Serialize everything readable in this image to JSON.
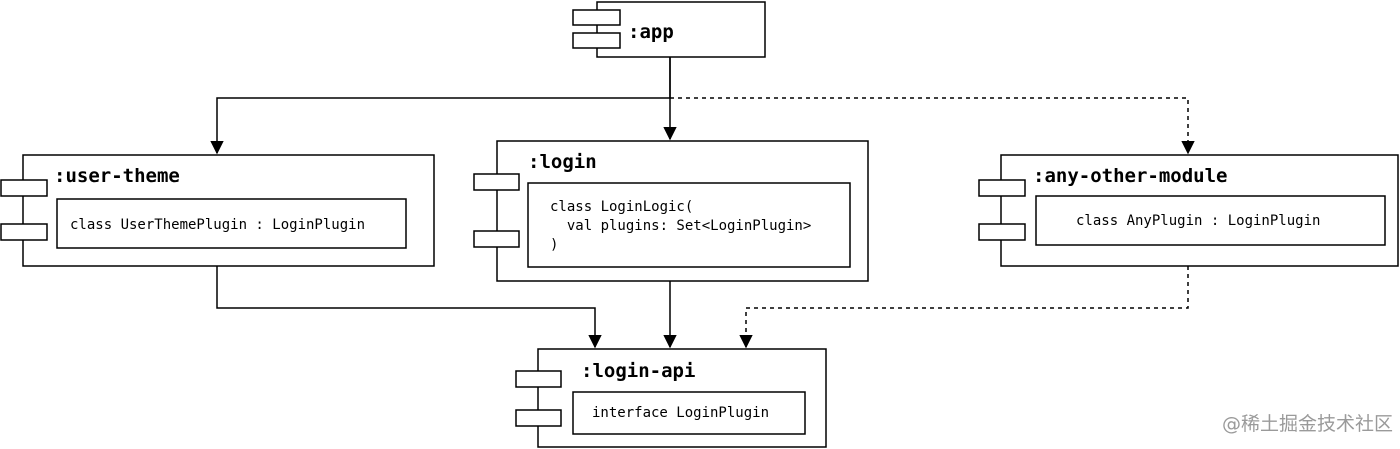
{
  "components": {
    "app": {
      "title": ":app"
    },
    "user_theme": {
      "title": ":user-theme",
      "code": [
        "class UserThemePlugin : LoginPlugin"
      ]
    },
    "login": {
      "title": ":login",
      "code": [
        "class LoginLogic(",
        "  val plugins: Set<LoginPlugin>",
        ")"
      ]
    },
    "any_other": {
      "title": ":any-other-module",
      "code": [
        "class AnyPlugin : LoginPlugin"
      ]
    },
    "login_api": {
      "title": ":login-api",
      "code": [
        "interface LoginPlugin"
      ]
    }
  },
  "watermark": "@稀土掘金技术社区"
}
